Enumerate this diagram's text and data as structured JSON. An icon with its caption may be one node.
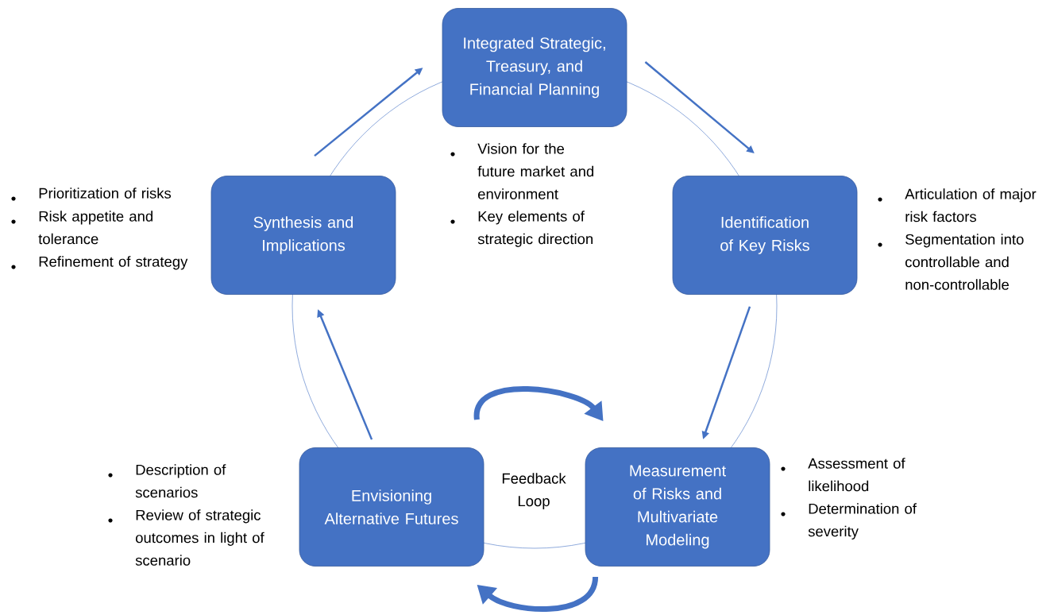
{
  "diagram": {
    "nodes": [
      {
        "text": [
          "Integrated Strategic, Treasury, and Financial Planning"
        ],
        "beside": [
          "Vision for the future market and environment",
          "Key elements of strategic direction"
        ]
      },
      {
        "text": [
          "Synthesis and Implications"
        ],
        "beside": [
          "Prioritization of risks",
          "Risk appetite and tolerance",
          "Refinement of strategy"
        ]
      },
      {
        "text": [
          "Identification of Key Risks"
        ],
        "beside": [
          "Articulation of major risk factors",
          "Segmentation into controllable and non-controllable"
        ]
      },
      {
        "text": [
          "Envisioning Alternative Futures"
        ],
        "beside": [
          "Description of scenarios",
          "Review of strategic outcomes in light of scenario"
        ]
      },
      {
        "text": [
          "Measurement of Risks and Multivariate Modeling"
        ],
        "beside": [
          "Assessment of likelihood",
          "Determination of severity"
        ]
      }
    ],
    "edges": [
      {
        "from": 1,
        "to": 0,
        "arrow": "to"
      },
      {
        "from": 0,
        "to": 2,
        "arrow": "to"
      },
      {
        "from": 2,
        "to": 4,
        "arrow": "to"
      },
      {
        "from": 3,
        "to": 1,
        "arrow": "to"
      },
      {
        "from": 3,
        "to": 4,
        "arrow": "to",
        "style": "thick"
      },
      {
        "from": 4,
        "to": 3,
        "arrow": "to",
        "style": "thick"
      }
    ],
    "labels": [
      "Feedback Loop"
    ]
  }
}
